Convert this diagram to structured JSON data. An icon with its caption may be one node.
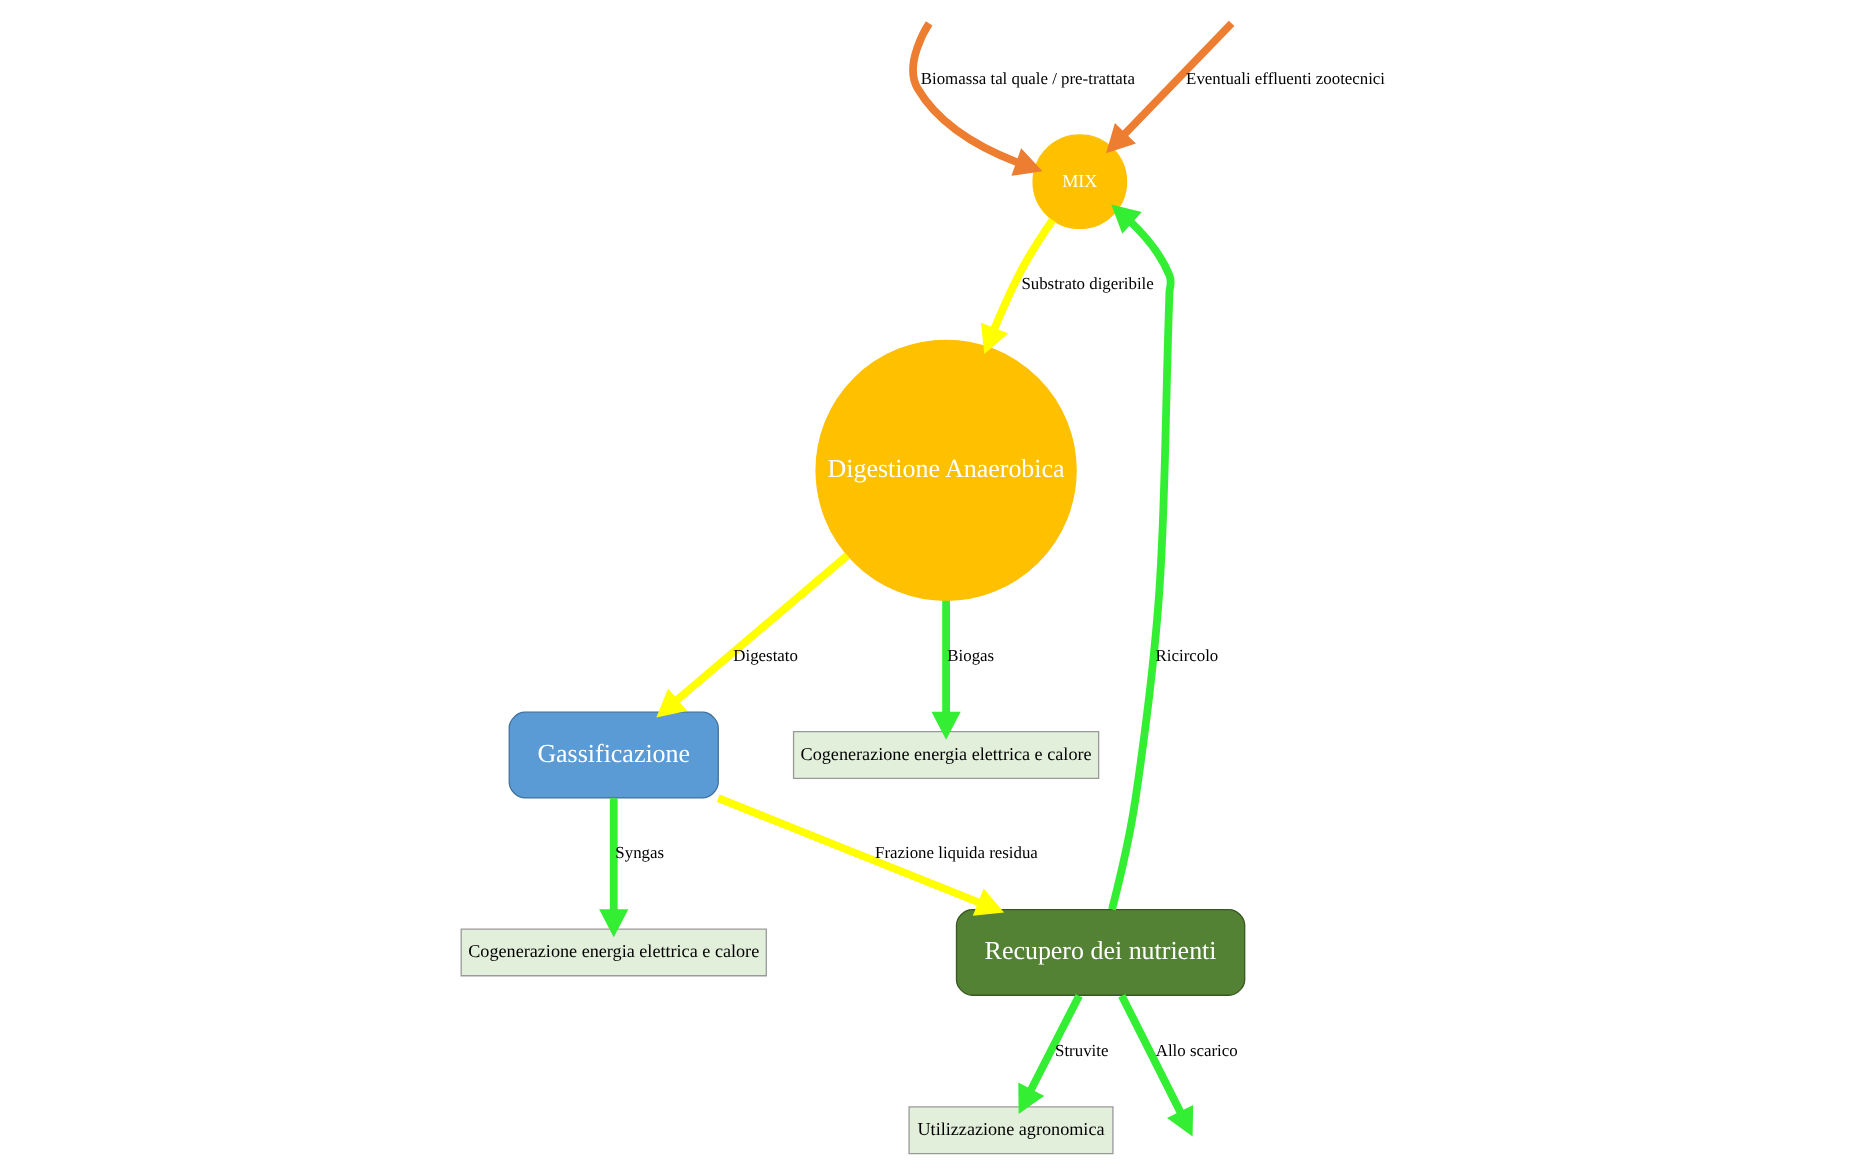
{
  "diagram": {
    "nodes": [
      {
        "text": [
          "MIX"
        ]
      },
      {
        "text": [
          "Digestione Anaerobica"
        ]
      },
      {
        "text": [
          "Cogenerazione energia elettrica e calore"
        ]
      },
      {
        "text": [
          "Gassificazione"
        ]
      },
      {
        "text": [
          "Recupero dei nutrienti"
        ]
      },
      {
        "text": [
          "Utilizzazione agronomica"
        ]
      },
      {
        "text": [
          "Cogenerazione energia elettrica e calore"
        ]
      }
    ],
    "edges": [
      {
        "from": null,
        "to": 0,
        "arrow": "to",
        "label": "Biomassa tal quale / pre-trattata",
        "color": "#ed7d31"
      },
      {
        "from": null,
        "to": 0,
        "arrow": "to",
        "label": "Eventuali effluenti zootecnici",
        "color": "#ed7d31"
      },
      {
        "from": 0,
        "to": 1,
        "arrow": "to",
        "label": "Substrato digeribile",
        "color": "#ffff00"
      },
      {
        "from": 1,
        "to": 2,
        "arrow": "to",
        "label": "Biogas"
      },
      {
        "from": 1,
        "to": 3,
        "arrow": "to",
        "label": "Digestato",
        "color": "#ffff00"
      },
      {
        "from": 3,
        "to": 4,
        "arrow": "to",
        "label": "Frazione liquida residua",
        "color": "#ffff00"
      },
      {
        "from": 4,
        "to": 0,
        "arrow": "to",
        "label": "Ricircolo"
      },
      {
        "from": 4,
        "to": null,
        "arrow": "to",
        "label": "Allo scarico"
      },
      {
        "from": 4,
        "to": 5,
        "arrow": "to",
        "label": "Struvite"
      },
      {
        "from": 3,
        "to": 6,
        "arrow": "to",
        "label": "Syngas"
      }
    ]
  }
}
